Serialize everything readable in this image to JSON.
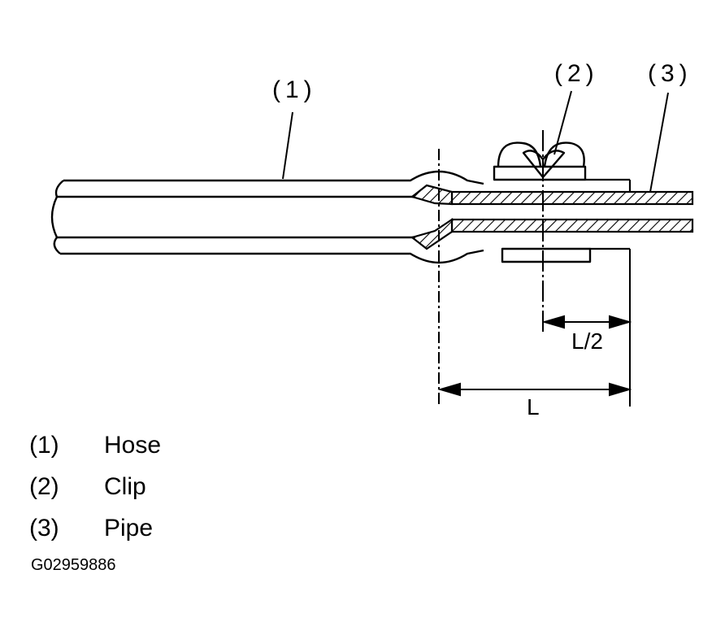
{
  "callouts": {
    "hose": "(1)",
    "clip": "(2)",
    "pipe": "(3)"
  },
  "dimensions": {
    "half_length": "L/2",
    "length": "L"
  },
  "legend": [
    {
      "num": "(1)",
      "label": "Hose"
    },
    {
      "num": "(2)",
      "label": "Clip"
    },
    {
      "num": "(3)",
      "label": "Pipe"
    }
  ],
  "figure_code": "G02959886"
}
